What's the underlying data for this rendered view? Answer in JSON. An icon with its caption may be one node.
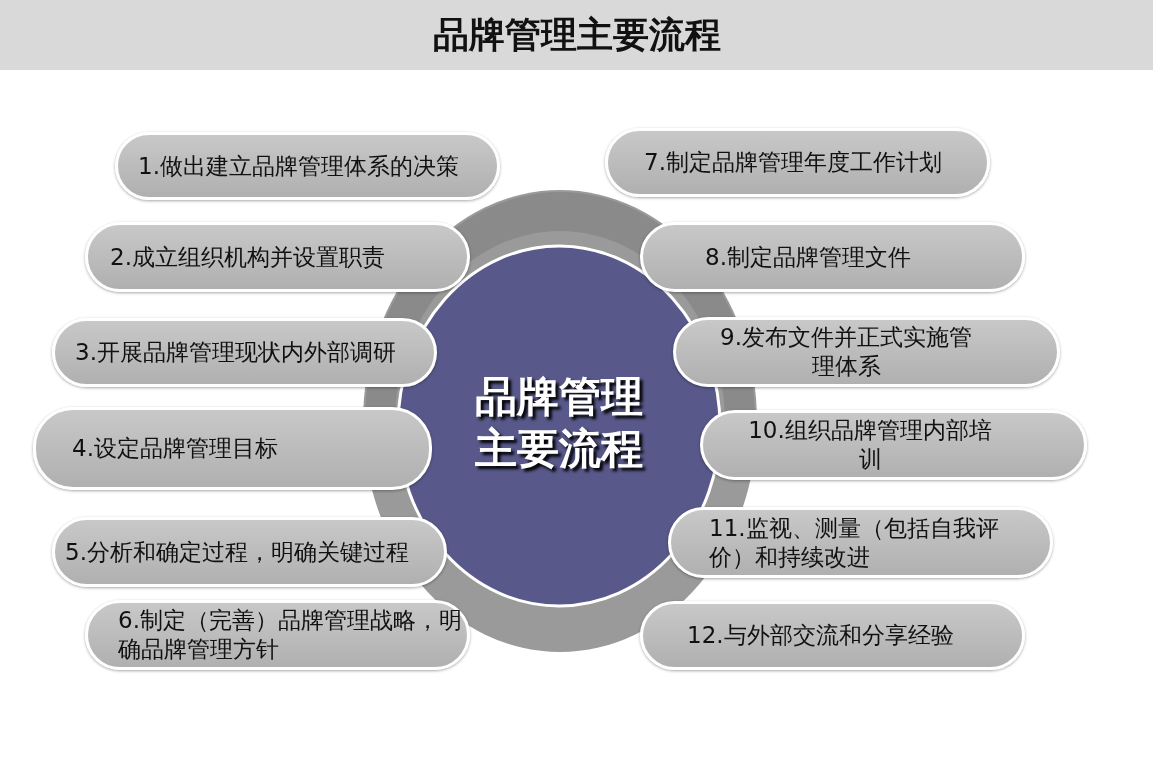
{
  "diagram": {
    "title": "品牌管理主要流程",
    "nodes": [
      {
        "text": [
          "1.做出建立品牌管理体系的决策"
        ]
      },
      {
        "text": [
          "2.成立组织机构并设置职责"
        ]
      },
      {
        "text": [
          "3.开展品牌管理现状内外部调研"
        ]
      },
      {
        "text": [
          "4.设定品牌管理目标"
        ]
      },
      {
        "text": [
          "5.分析和确定过程，明确关键过程"
        ]
      },
      {
        "text": [
          "6.制定（完善）品牌管理战略，明确品牌管理方针"
        ]
      },
      {
        "text": [
          "7.制定品牌管理年度工作计划"
        ]
      },
      {
        "text": [
          "8.制定品牌管理文件"
        ]
      },
      {
        "text": [
          "9.发布文件并正式实施管理体系"
        ]
      },
      {
        "text": [
          "10.组织品牌管理内部培训"
        ]
      },
      {
        "text": [
          "11.监视、测量（包括自我评价）和持续改进"
        ]
      },
      {
        "text": [
          "12.与外部交流和分享经验"
        ]
      },
      {
        "text": [
          "品牌管理主要流程"
        ]
      }
    ]
  }
}
